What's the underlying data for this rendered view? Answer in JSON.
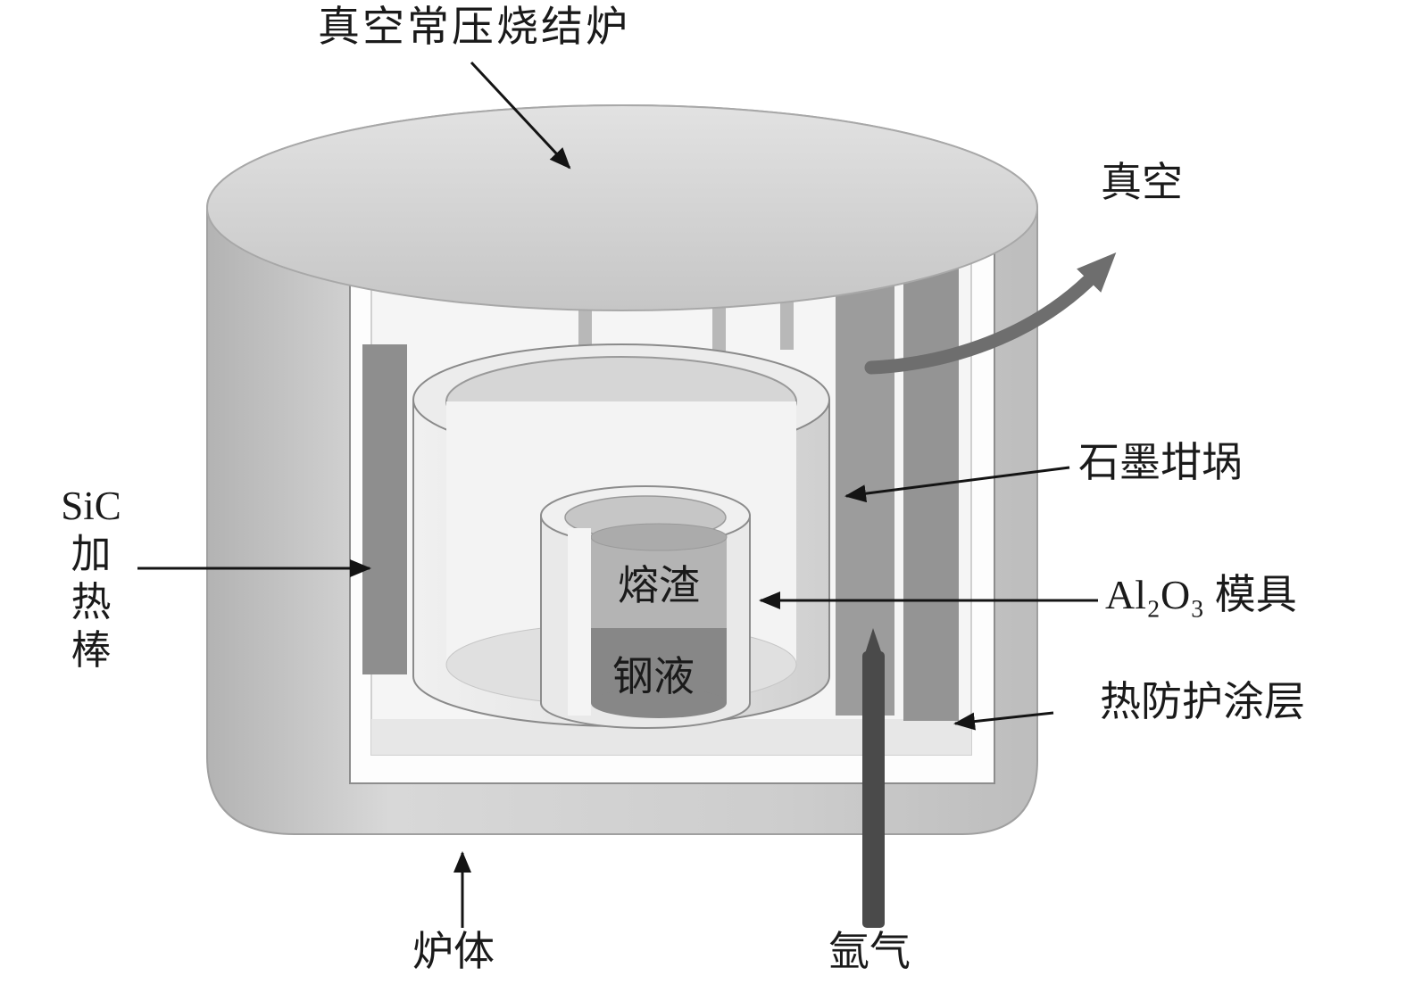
{
  "diagram": {
    "title": "真空常压烧结炉",
    "labels": {
      "vacuum": "真空",
      "graphite_crucible": "石墨坩埚",
      "al2o3_mold": "Al₂O₃ 模具",
      "thermal_coating": "热防护涂层",
      "sic_heater": "SiC\n加\n热\n棒",
      "slag": "熔渣",
      "molten_steel": "钢液",
      "furnace_body": "炉体",
      "argon": "氩气"
    },
    "colors": {
      "furnace_shell": "#c8c8c8",
      "furnace_lid": "#d7d7d7",
      "cut_face": "#fdfdfd",
      "chamber": "#f5f5f5",
      "heater_panel": "#8e8e8e",
      "crucible": "#e4e4e4",
      "mold": "#e9e9e9",
      "slag": "#b4b4b4",
      "molten_steel": "#878787",
      "argon_tube": "#4a4a4a",
      "vacuum_pipe": "#6e6e6e",
      "pointer_arrow": "#141414"
    }
  }
}
